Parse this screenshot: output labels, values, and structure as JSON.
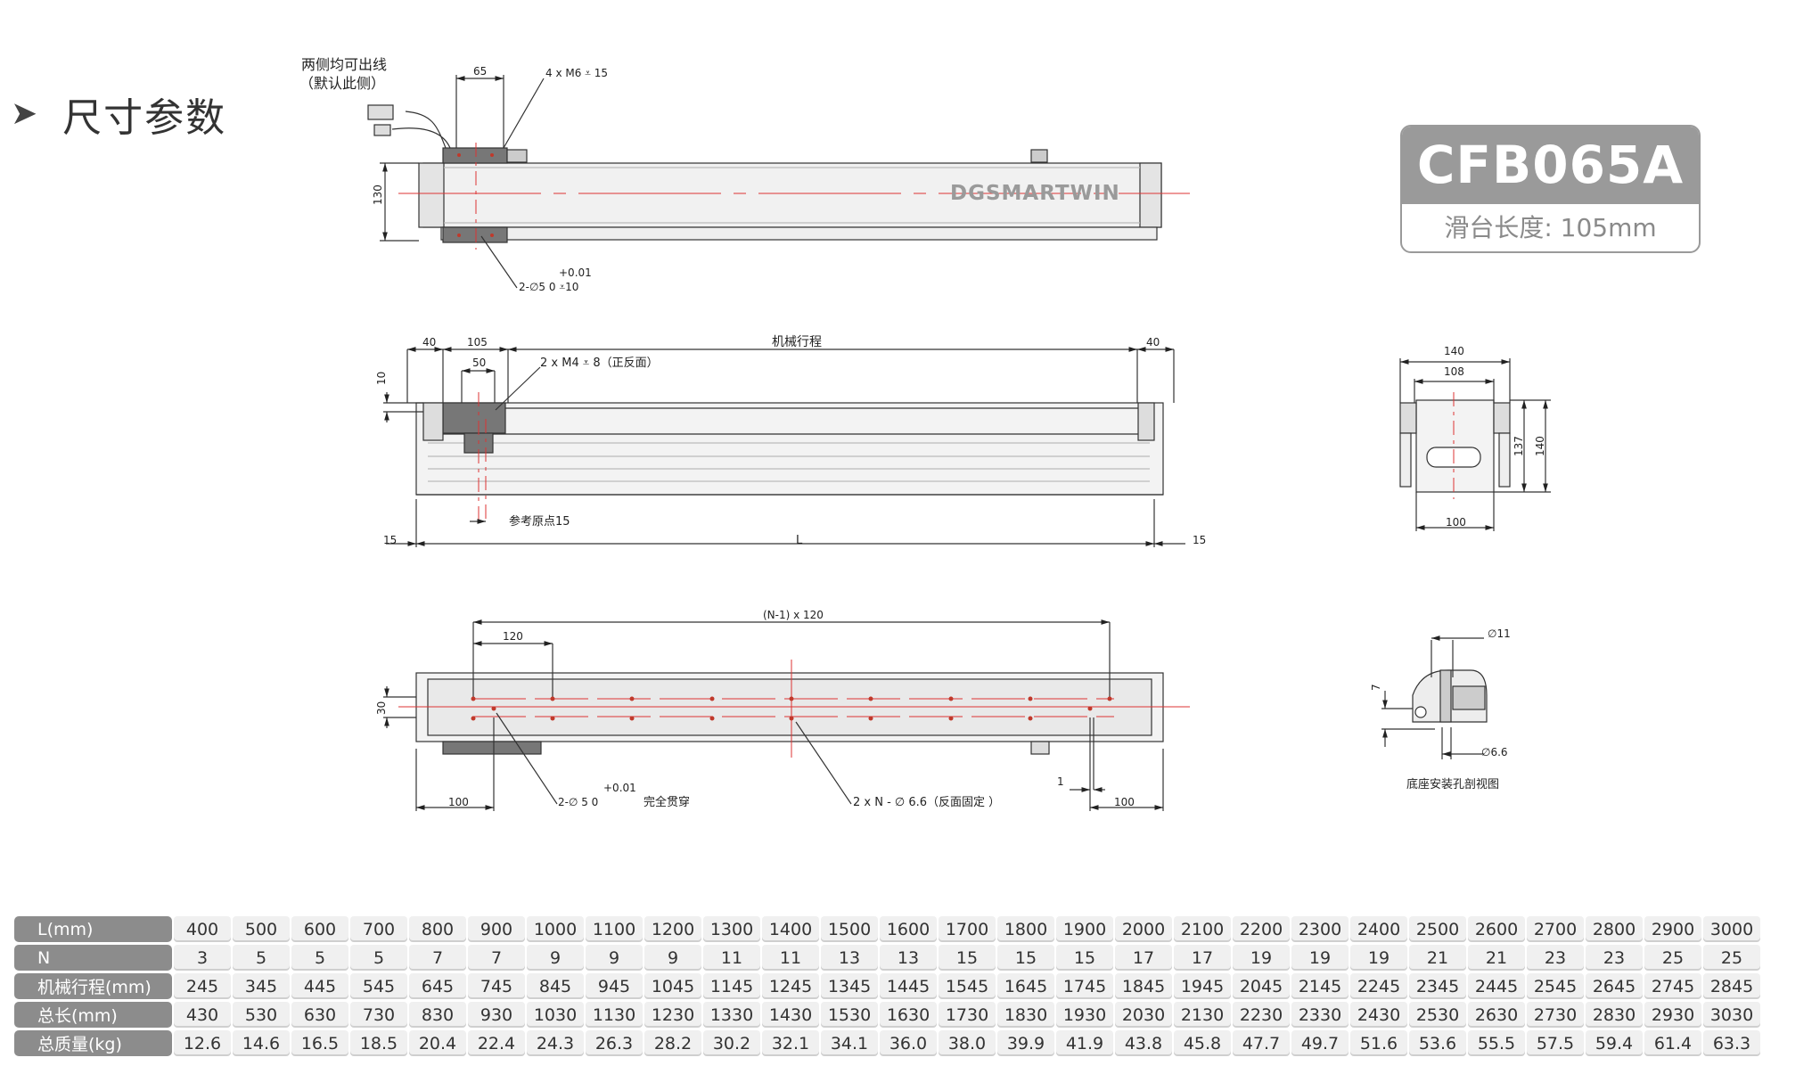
{
  "heading": {
    "marker": "➤",
    "title": "尺寸参数"
  },
  "badge": {
    "model": "CFB065A",
    "subtitle": "滑台长度: 105mm"
  },
  "top_view": {
    "cable_note_1": "两侧均可出线",
    "cable_note_2": "（默认此侧）",
    "dim_65": "65",
    "dim_130": "130",
    "holes_note": "4 x M6 ⩡ 15",
    "pin_tol": "+0.01",
    "pin_note": "2-∅5  0    ⩡10",
    "brand": "DGSMARTWIN"
  },
  "side_view": {
    "dim_40_left": "40",
    "dim_105": "105",
    "dim_50": "50",
    "stroke_label": "机械行程",
    "dim_40_right": "40",
    "dim_10": "10",
    "tap_note": "2 x M4 ⩡ 8（正反面）",
    "origin_note": "参考原点15",
    "dim_15_left": "15",
    "dim_L": "L",
    "dim_15_right": "15"
  },
  "bottom_view": {
    "pitch_note": "(N-1) x 120",
    "dim_120": "120",
    "dim_30": "30",
    "pin_tol": "+0.01",
    "pin_note": "2-∅ 5  0",
    "through_note": "完全贯穿",
    "mount_note": "2 x N - ∅ 6.6（反面固定 ）",
    "dim_1": "1",
    "dim_100_left": "100",
    "dim_100_right": "100"
  },
  "end_view": {
    "dim_140_top": "140",
    "dim_108": "108",
    "dim_137": "137",
    "dim_140_side": "140",
    "dim_100": "100"
  },
  "section_view": {
    "dia_11": "∅11",
    "dim_7": "7",
    "dia_6_6": "∅6.6",
    "caption": "底座安装孔剖视图"
  },
  "spec_table": {
    "headers": [
      "L(mm)",
      "N",
      "机械行程(mm)",
      "总长(mm)",
      "总质量(kg)"
    ],
    "L": [
      "400",
      "500",
      "600",
      "700",
      "800",
      "900",
      "1000",
      "1100",
      "1200",
      "1300",
      "1400",
      "1500",
      "1600",
      "1700",
      "1800",
      "1900",
      "2000",
      "2100",
      "2200",
      "2300",
      "2400",
      "2500",
      "2600",
      "2700",
      "2800",
      "2900",
      "3000"
    ],
    "N": [
      "3",
      "5",
      "5",
      "5",
      "7",
      "7",
      "9",
      "9",
      "9",
      "11",
      "11",
      "13",
      "13",
      "15",
      "15",
      "15",
      "17",
      "17",
      "19",
      "19",
      "19",
      "21",
      "21",
      "23",
      "23",
      "25",
      "25"
    ],
    "stroke": [
      "245",
      "345",
      "445",
      "545",
      "645",
      "745",
      "845",
      "945",
      "1045",
      "1145",
      "1245",
      "1345",
      "1445",
      "1545",
      "1645",
      "1745",
      "1845",
      "1945",
      "2045",
      "2145",
      "2245",
      "2345",
      "2445",
      "2545",
      "2645",
      "2745",
      "2845"
    ],
    "total_length": [
      "430",
      "530",
      "630",
      "730",
      "830",
      "930",
      "1030",
      "1130",
      "1230",
      "1330",
      "1430",
      "1530",
      "1630",
      "1730",
      "1830",
      "1930",
      "2030",
      "2130",
      "2230",
      "2330",
      "2430",
      "2530",
      "2630",
      "2730",
      "2830",
      "2930",
      "3030"
    ],
    "mass": [
      "12.6",
      "14.6",
      "16.5",
      "18.5",
      "20.4",
      "22.4",
      "24.3",
      "26.3",
      "28.2",
      "30.2",
      "32.1",
      "34.1",
      "36.0",
      "38.0",
      "39.9",
      "41.9",
      "43.8",
      "45.8",
      "47.7",
      "49.7",
      "51.6",
      "53.6",
      "55.5",
      "57.5",
      "59.4",
      "61.4",
      "63.3"
    ]
  }
}
